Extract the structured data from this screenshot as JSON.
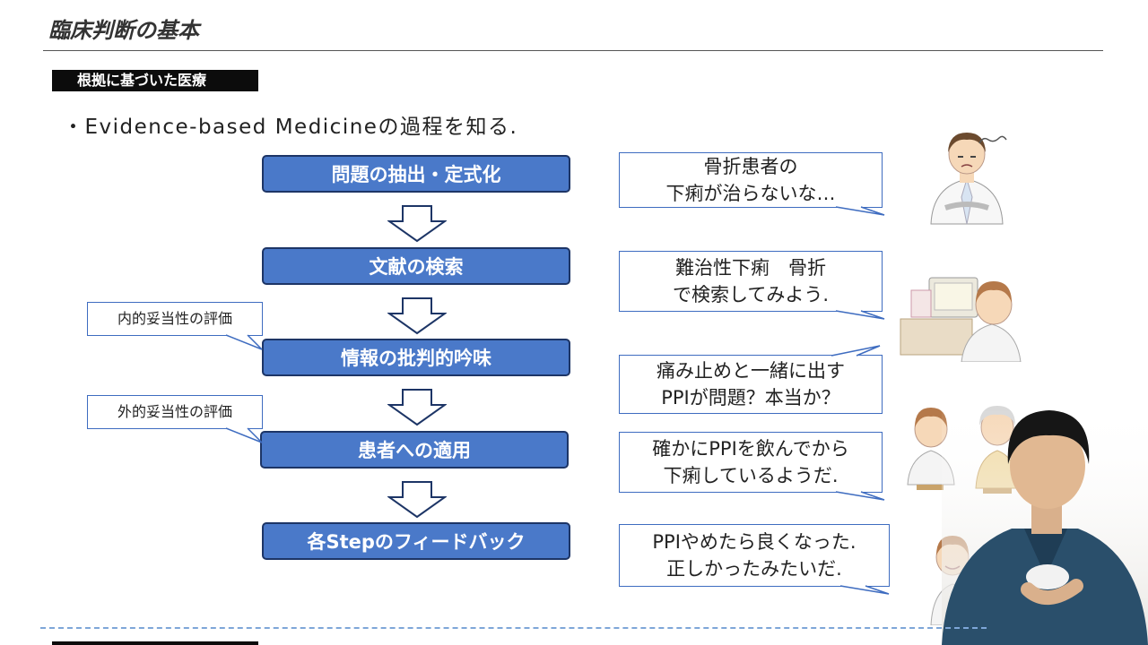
{
  "slide": {
    "title": "臨床判断の基本",
    "section_tag": "根拠に基づいた医療",
    "bullet": "・Evidence-based Medicineの過程を知る."
  },
  "steps": [
    "問題の抽出・定式化",
    "文献の検索",
    "情報の批判的吟味",
    "患者への適用",
    "各Stepのフィードバック"
  ],
  "notes": [
    "内的妥当性の評価",
    "外的妥当性の評価"
  ],
  "bubbles": [
    [
      "骨折患者の",
      "下痢が治らないな…"
    ],
    [
      "難治性下痢　骨折",
      "で検索してみよう."
    ],
    [
      "痛み止めと一緒に出す",
      "PPIが問題？本当か？"
    ],
    [
      "確かにPPIを飲んでから",
      "下痢しているようだ."
    ],
    [
      "PPIやめたら良くなった.",
      "正しかったみたいだ."
    ]
  ],
  "colors": {
    "step_fill": "#4a79c9",
    "step_border": "#1d3566",
    "bubble_border": "#3e6cc0",
    "dashed_rule": "#7ea6d8"
  }
}
